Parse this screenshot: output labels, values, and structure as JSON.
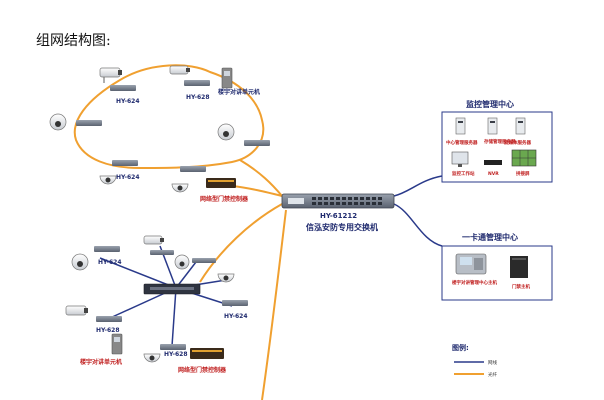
{
  "title": "组网结构图:",
  "labels": {
    "hy624_top": "HY-624",
    "hy628_top": "HY-628",
    "intercom_top": "楼宇对讲单元机",
    "hy624_mid": "HY-624",
    "access_top": "网络型门禁控制器",
    "switch_model": "HY-61212",
    "switch_name": "信泓安防专用交换机",
    "monitor_center": "监控管理中心",
    "mc_server1": "中心管理服务器",
    "mc_server2": "存储管理服务器",
    "mc_server3": "流媒体服务器",
    "mc_ws": "监控工作站",
    "mc_nvr": "NVR",
    "mc_wall": "拼接屏",
    "card_center": "一卡通管理中心",
    "cc_host": "楼宇对讲管理中心主机",
    "cc_door": "门禁主机",
    "hy624_bl1": "HY-624",
    "hy624_bl2": "HY-624",
    "hy628_bl1": "HY-628",
    "intercom_bottom": "楼宇对讲单元机",
    "hy628_bl2": "HY-628",
    "access_bottom": "网络型门禁控制器",
    "legend_title": "图例:",
    "legend_net": "网线",
    "legend_fiber": "光纤"
  },
  "colors": {
    "fiber": "#f0a030",
    "net": "#2a3a8a",
    "label": "#1f2a6e",
    "red_label": "#c02020"
  }
}
